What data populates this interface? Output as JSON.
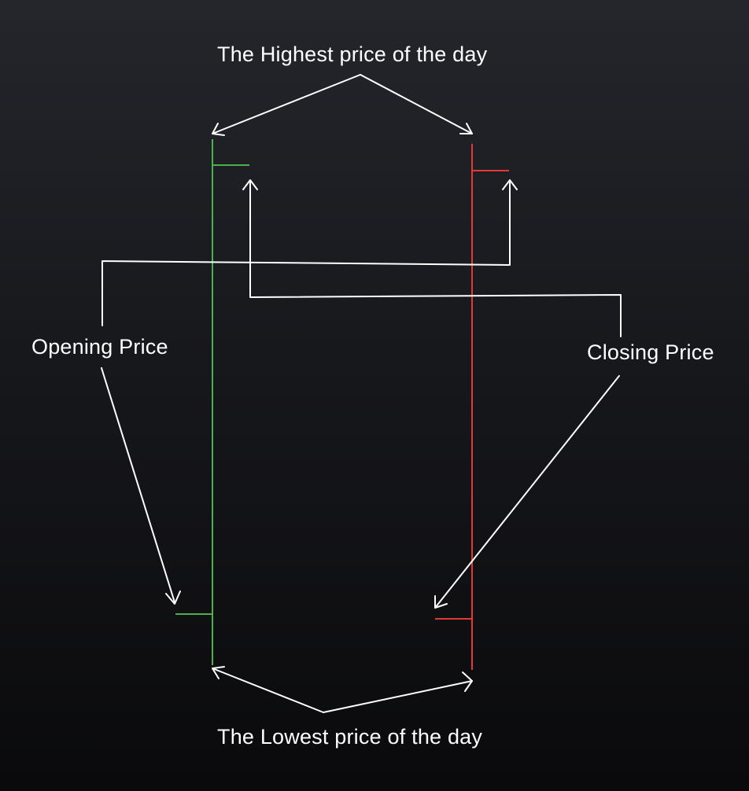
{
  "labels": {
    "highest": "The Highest price of the day",
    "opening": "Opening Price",
    "closing": "Closing Price",
    "lowest": "The Lowest price of the day"
  },
  "colors": {
    "bullish_bar": "#4caf50",
    "bearish_bar": "#e53935",
    "arrows": "#ffffff",
    "text": "#ffffff"
  }
}
